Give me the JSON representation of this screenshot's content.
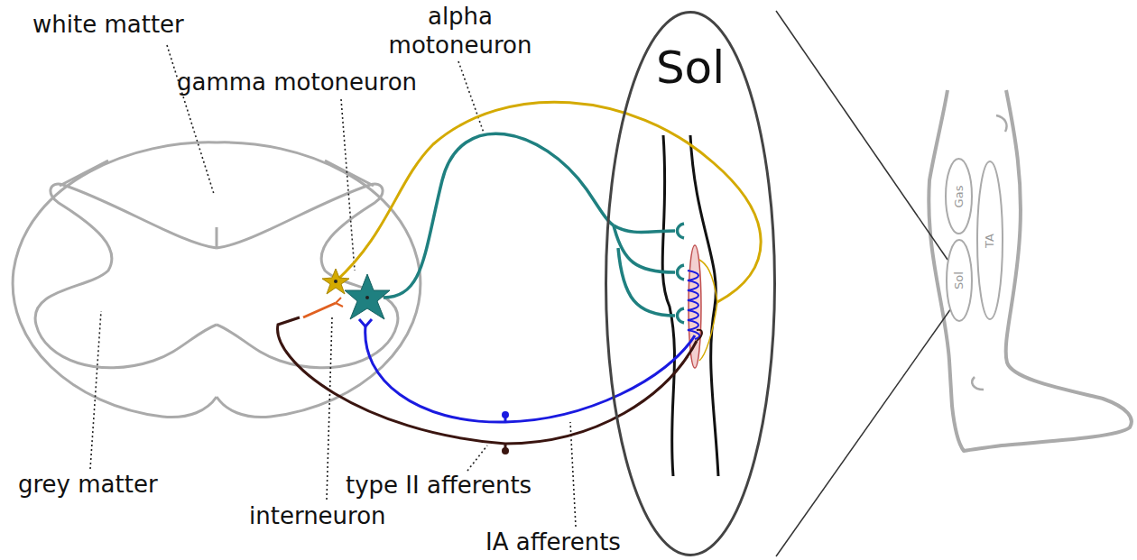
{
  "diagram": {
    "nodes": [
      {
        "text": [
          "Sol"
        ]
      },
      {
        "text": [
          "Gas"
        ]
      },
      {
        "text": [
          "Sol"
        ]
      },
      {
        "text": [
          "TA"
        ]
      }
    ],
    "edges": [
      {
        "from": 0,
        "to": 2,
        "arrow": "none"
      },
      {
        "from": 0,
        "to": 2,
        "arrow": "none"
      }
    ],
    "labels": [
      "white matter",
      "gamma motoneuron",
      "alpha motoneuron",
      "grey matter",
      "interneuron",
      "type II afferents",
      "IA afferents"
    ]
  }
}
